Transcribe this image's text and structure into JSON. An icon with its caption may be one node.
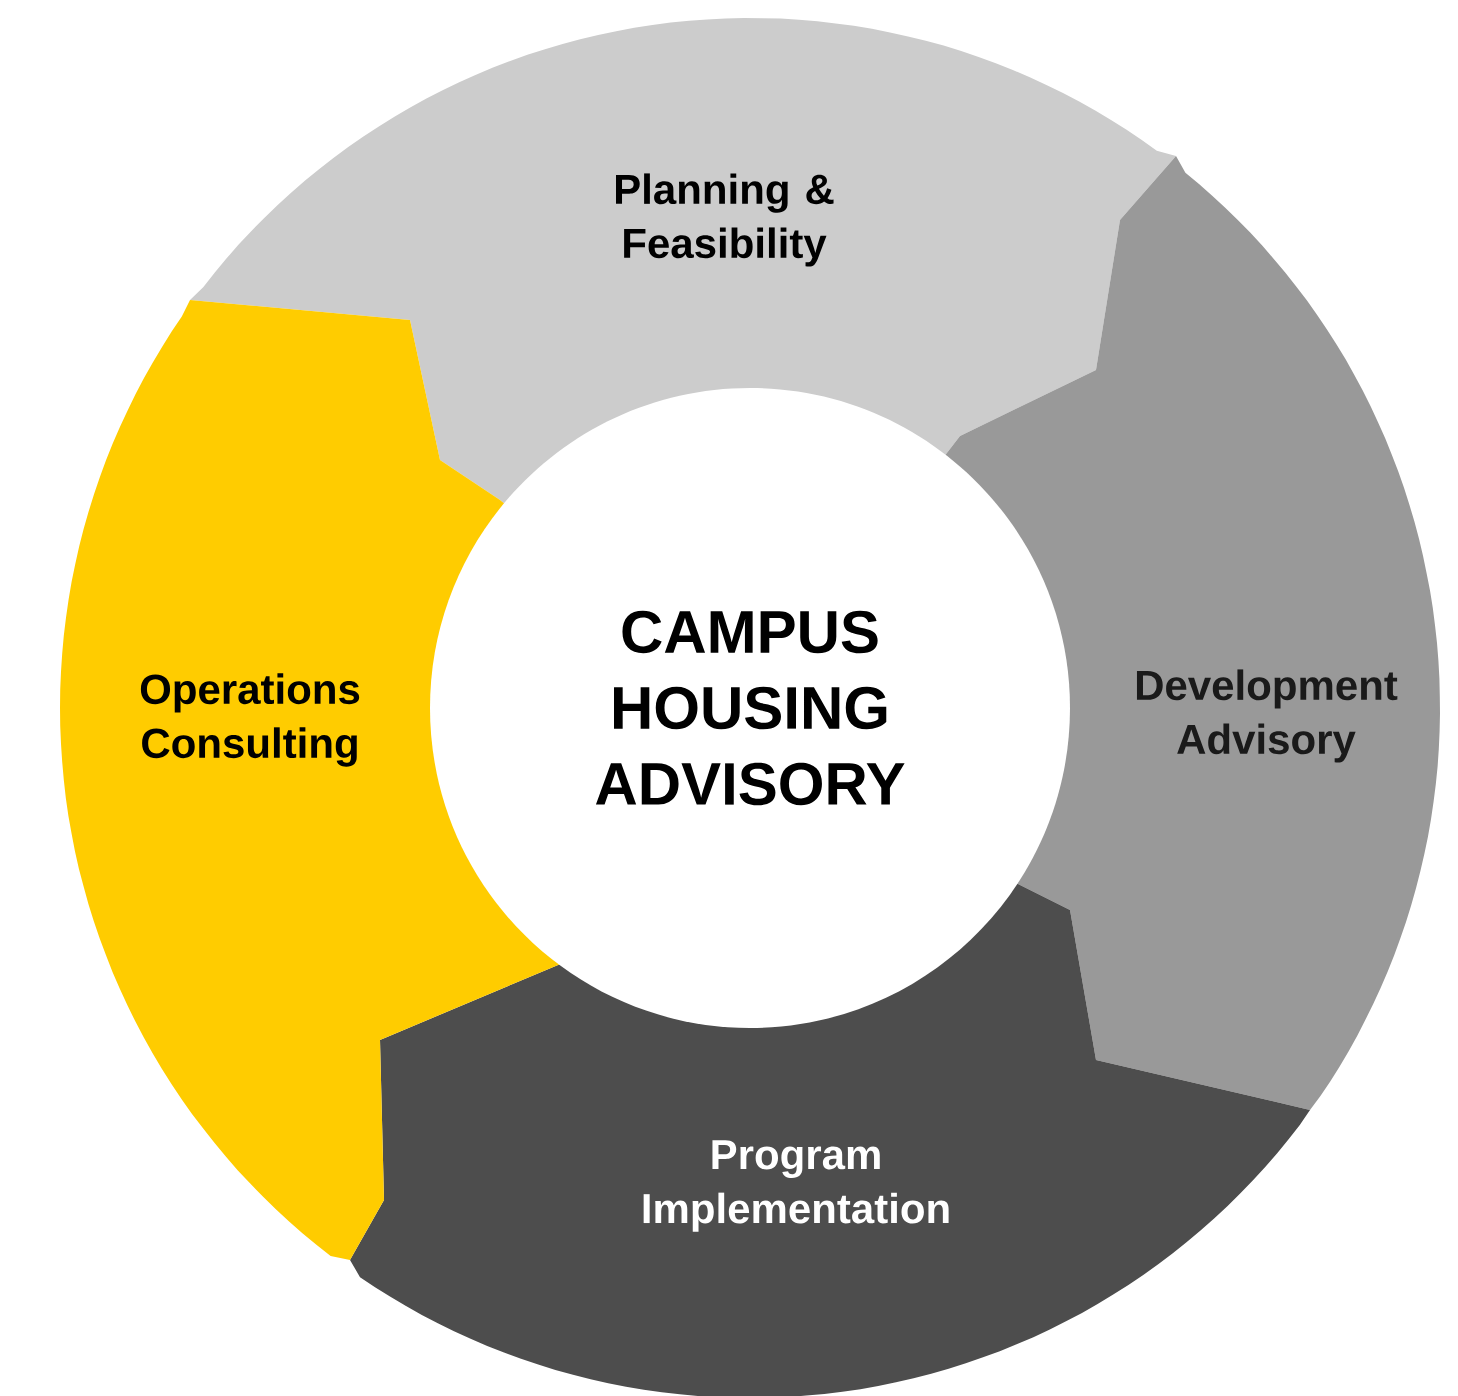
{
  "diagram": {
    "nodes": [
      {
        "text": [
          "CAMPUS HOUSING ADVISORY"
        ]
      },
      {
        "text": [
          "Planning & Feasibility"
        ]
      },
      {
        "text": [
          "Development Advisory"
        ]
      },
      {
        "text": [
          "Program Implementation"
        ]
      },
      {
        "text": [
          "Operations Consulting"
        ]
      }
    ]
  }
}
